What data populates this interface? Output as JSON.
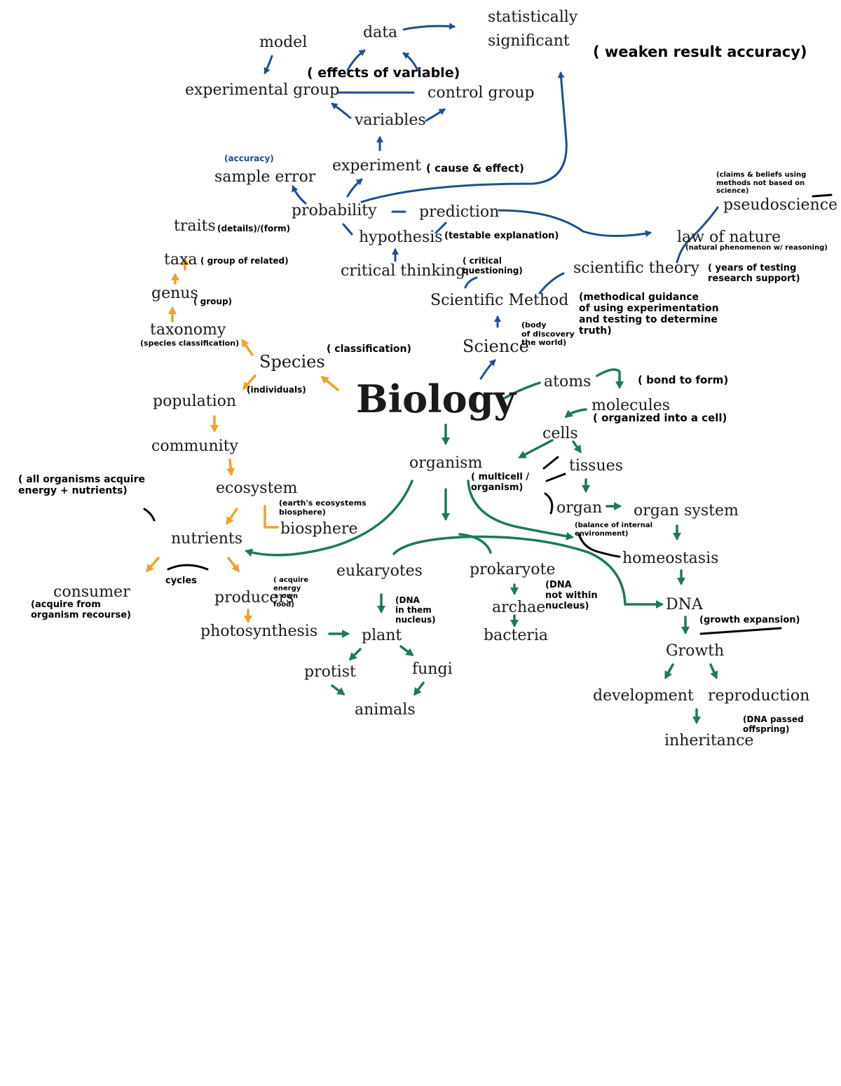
{
  "title": "Biology",
  "colors": {
    "blue": "#1d4e91",
    "orange": "#f2a02a",
    "green": "#1b7a5a",
    "black": "#000000"
  },
  "terms": {
    "data": "data",
    "statistically": "statistically",
    "significant": "significant",
    "model": "model",
    "experimental_group": "experimental group",
    "control_group": "control group",
    "variables": "variables",
    "experiment": "experiment",
    "sample_error": "sample error",
    "probability": "probability",
    "prediction": "prediction",
    "hypothesis": "hypothesis",
    "critical_thinking": "critical thinking",
    "scientific_method": "Scientific Method",
    "science": "Science",
    "scientific_theory": "scientific theory",
    "law_of_nature": "law of nature",
    "pseudoscience": "pseudoscience",
    "traits": "traits",
    "taxa": "taxa",
    "genus": "genus",
    "taxonomy": "taxonomy",
    "species": "Species",
    "population": "population",
    "community": "community",
    "ecosystem": "ecosystem",
    "biosphere": "biosphere",
    "nutrients": "nutrients",
    "consumer": "consumer",
    "producers": "producers",
    "photosynthesis": "photosynthesis",
    "atoms": "atoms",
    "molecules": "molecules",
    "cells": "cells",
    "organism": "organism",
    "tissues": "tissues",
    "organ": "organ",
    "organ_system": "organ system",
    "homeostasis": "homeostasis",
    "eukaryotes": "eukaryotes",
    "prokaryote": "prokaryote",
    "archae": "archae",
    "bacteria": "bacteria",
    "plant": "plant",
    "protist": "protist",
    "fungi": "fungi",
    "animals": "animals",
    "dna": "DNA",
    "growth": "Growth",
    "development": "development",
    "reproduction": "reproduction",
    "inheritance": "inheritance"
  },
  "notes": {
    "effects_of_variable": "( effects of variable)",
    "weaken_result_accuracy": "( weaken result accuracy)",
    "experiment_cause_effect": "( cause & effect)",
    "sample_error_note": "(accuracy)",
    "hypothesis_note": "(testable explanation)",
    "critical_thinking_note": "( critical\nquestioning)",
    "science_note": "(body\nof discovery\nthe world)",
    "scientific_method_note": "(methodical guidance\nof using experimentation\nand testing to determine\ntruth)",
    "scientific_theory_note": "( years of testing\nresearch support)",
    "law_of_nature_note": "(natural phenomenon w/ reasoning)",
    "pseudoscience_note": "(claims & beliefs using\nmethods not based on\nscience)",
    "traits_note": "(details)/(form)",
    "taxa_note": "( group of related)",
    "genus_note": "( group)",
    "taxonomy_note": "(species classification)",
    "species_note": "( classification)",
    "population_note": "(individuals)",
    "ecosystem_note": "( all organisms acquire\nenergy + nutrients)",
    "biosphere_note": "(earth's ecosystems\nbiosphere)",
    "cycle_note": "cycles",
    "consumer_note": "(acquire from\norganism recourse)",
    "producers_note": "( acquire\nenergy\n+ own\nfood)",
    "atoms_note": "( bond to form)",
    "molecules_note": "( organized into a cell)",
    "organism_note": "( multicell /\norganism)",
    "homeostasis_note": "(balance of internal\nenvironment)",
    "eukaryote_note": "(DNA\nin them\nnucleus)",
    "prokaryote_note": "(DNA\nnot within\nnucleus)",
    "growth_note": "(growth expansion)",
    "inheritance_note": "(DNA passed\noffspring)"
  }
}
